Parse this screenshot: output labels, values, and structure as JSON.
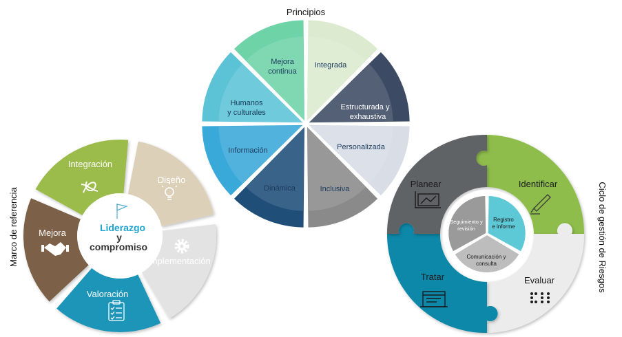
{
  "principles": {
    "title": "Principios",
    "slices": [
      {
        "line1": "Integrada",
        "line2": "",
        "color": "#dcebd0"
      },
      {
        "line1": "Estructurada y",
        "line2": "exhaustiva",
        "color": "#3d4a63"
      },
      {
        "line1": "Personalizada",
        "line2": "",
        "color": "#d8dde6"
      },
      {
        "line1": "Inclusiva",
        "line2": "",
        "color": "#8a8a8a"
      },
      {
        "line1": "Dinámica",
        "line2": "",
        "color": "#1f4e79"
      },
      {
        "line1": "Información",
        "line2": "",
        "color": "#39a9d9"
      },
      {
        "line1": "Humanos",
        "line2": "y culturales",
        "color": "#5cc3d6"
      },
      {
        "line1": "Mejora",
        "line2": "continua",
        "color": "#6fd3a8"
      }
    ]
  },
  "framework": {
    "side_label": "Marco de referencia",
    "center_line1": "Liderazgo",
    "center_line2": "y",
    "center_line3": "compromiso",
    "segments": [
      {
        "label": "Integración",
        "icon": "knot-icon",
        "color": "#9bbb4c"
      },
      {
        "label": "Diseño",
        "icon": "lightbulb-icon",
        "color": "#ddd0b8"
      },
      {
        "label": "Implementación",
        "icon": "gear-icon",
        "color": "#e3e3e3"
      },
      {
        "label": "Valoración",
        "icon": "checklist-icon",
        "color": "#1b95b8"
      },
      {
        "label": "Mejora",
        "icon": "handshake-icon",
        "color": "#7b6046"
      }
    ]
  },
  "risk_cycle": {
    "side_label": "Ciclo de gestión de Riesgos",
    "pieces": [
      {
        "label": "Identificar",
        "icon": "pen-icon",
        "color": "#8ebd4b"
      },
      {
        "label": "Evaluar",
        "icon": "braille-icon",
        "color": "#ececec"
      },
      {
        "label": "Tratar",
        "icon": "dashboard-icon",
        "color": "#0f88a8"
      },
      {
        "label": "Planear",
        "icon": "chart-icon",
        "color": "#5f6366"
      }
    ],
    "inner": [
      {
        "line1": "Registro",
        "line2": "e informe",
        "color": "#5dc8d6"
      },
      {
        "line1": "Comunicación y",
        "line2": "consulta",
        "color": "#bdbdbd"
      },
      {
        "line1": "Seguimiento y",
        "line2": "revisión",
        "color": "#9a9a9a"
      }
    ]
  }
}
